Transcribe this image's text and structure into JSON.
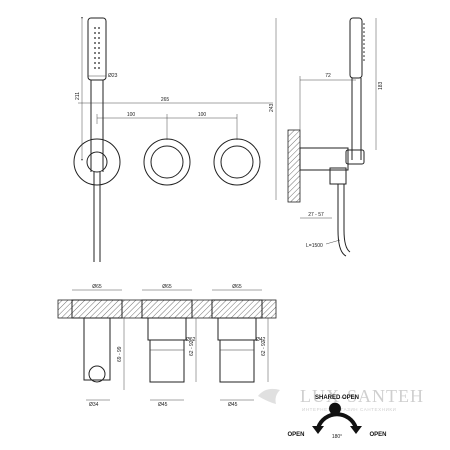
{
  "front_view": {
    "dim_diameter_handshower": "Ø23",
    "dim_height_total": "211",
    "dim_width_total": "265",
    "dim_spacing_left": "100",
    "dim_spacing_right": "100"
  },
  "side_view": {
    "dim_depth": "72",
    "dim_height_total": "243",
    "dim_height_handshower": "183",
    "dim_wall_range": "27 - 57",
    "hose_length": "L=1500"
  },
  "section_view": {
    "dim_plate_1": "Ø65",
    "dim_plate_2": "Ø65",
    "dim_plate_3": "Ø65",
    "dim_body_1": "Ø62",
    "dim_body_2": "Ø42",
    "dim_bottom_1": "Ø34",
    "dim_bottom_2": "Ø45",
    "dim_bottom_3": "Ø45",
    "dim_depth_1": "69 - 99",
    "dim_depth_2": "62 - 92",
    "dim_depth_3": "62 - 92"
  },
  "rotation_legend": {
    "shared_open": "SHARED OPEN",
    "open_left": "OPEN",
    "open_right": "OPEN",
    "angle": "180°"
  },
  "watermark": {
    "brand": "LUX-SANTEH",
    "tagline": "ИНТЕРНЕТ МАГАЗИН САНТЕХНИКИ"
  }
}
